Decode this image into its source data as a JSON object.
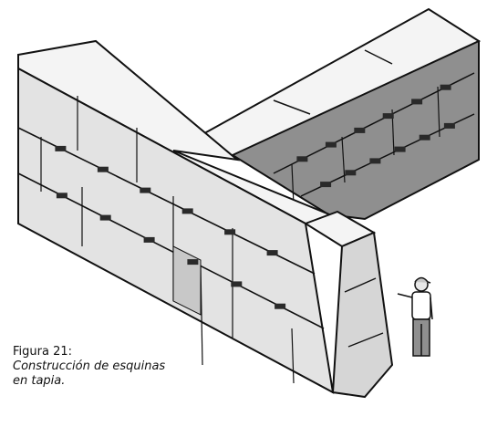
{
  "caption": {
    "label": "Figura 21:",
    "subtitle_line1": "Construcción de esquinas",
    "subtitle_line2": "en tapia."
  },
  "colors": {
    "line": "#111111",
    "face_light": "#e3e3e3",
    "face_mid": "#c8c8c8",
    "face_dark": "#8f8f8f",
    "top": "#f4f4f4",
    "formwork_tie": "#2a2a2a"
  },
  "figure": {
    "wall_a_courses": 3,
    "wall_b_courses": 3
  }
}
